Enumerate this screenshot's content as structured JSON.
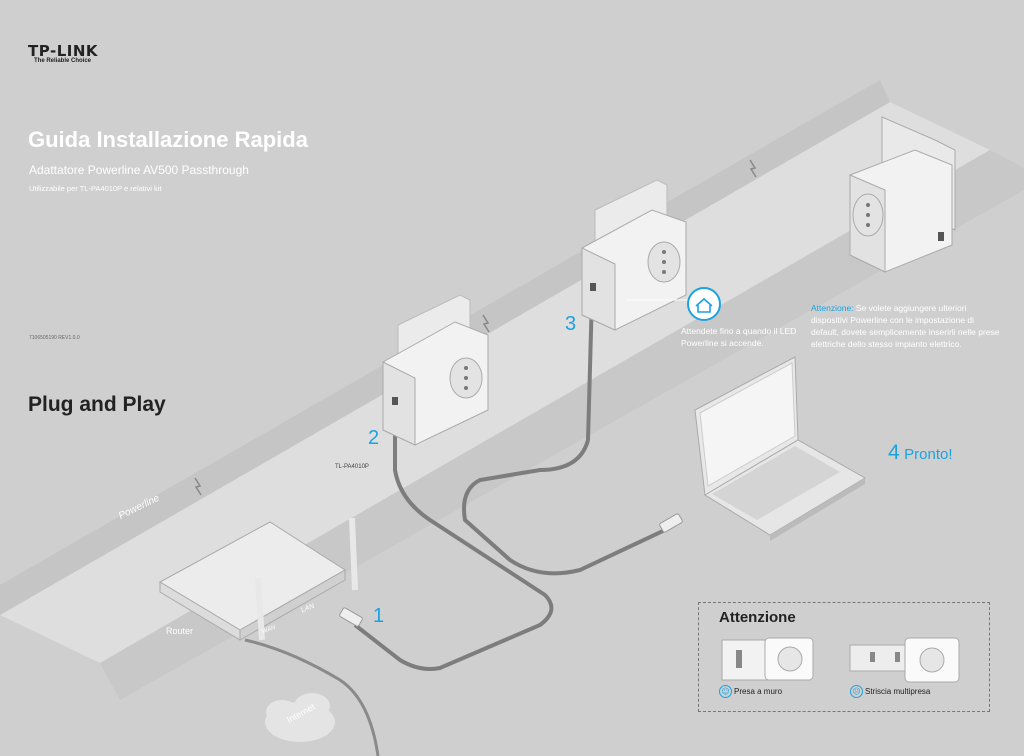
{
  "brand": {
    "name": "TP-LINK",
    "tagline": "The Reliable Choice"
  },
  "header": {
    "title": "Guida Installazione Rapida",
    "subtitle": "Adattatore Powerline AV500 Passthrough",
    "compat": "Utilizzabile per TL-PA4010P e relativi kit",
    "code": "7106505190    REV1.0.0"
  },
  "section": {
    "title": "Plug and Play"
  },
  "steps": {
    "s1": "1",
    "s2": "2",
    "s3": "3",
    "model": "TL-PA4010P",
    "note3": "Attendete fino a quando il LED Powerline si accende.",
    "ready_num": "4",
    "ready_text": "Pronto!"
  },
  "attention_note": {
    "label": "Attenzione:",
    "text": " Se volete aggiungere ulteriori dispositivi Powerline con le impostazione di default, dovete semplicemente inserirli nelle prese elettriche dello stesso impianto elettrico."
  },
  "labels": {
    "router": "Router",
    "internet": "Internet",
    "powerline": "Powerline",
    "lan": "LAN",
    "wan": "WAN"
  },
  "attention_box": {
    "title": "Attenzione",
    "ok": "Presa a muro",
    "ok_face": "☺",
    "ko": "Striscia multipresa",
    "ko_face": "☹"
  },
  "colors": {
    "accent": "#1aa3e0",
    "background": "#cfcfd0",
    "wall": "#dcdcdd"
  }
}
